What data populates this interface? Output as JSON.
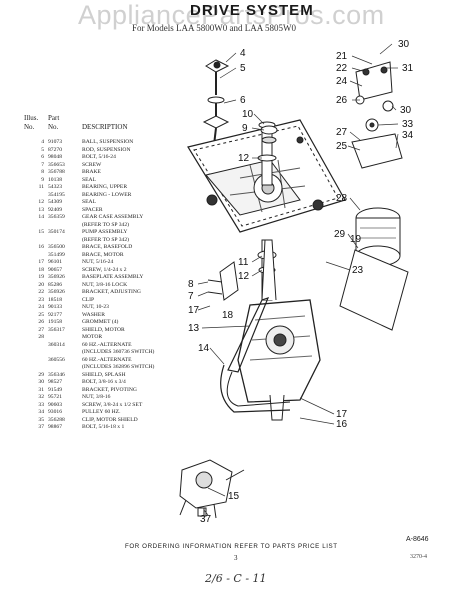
{
  "watermark": "AppliancePartsPros.com",
  "title": "DRIVE SYSTEM",
  "subtitle": "For Models LAA 5800W0 and LAA 5805W0",
  "parts_header": {
    "illus_label": "Illus.",
    "part_label": "Part",
    "no_label": "No.",
    "part_no_label": "No.",
    "description_label": "DESCRIPTION"
  },
  "parts": [
    {
      "n": "4",
      "p": "91073",
      "d": "BALL, SUSPENSION"
    },
    {
      "n": "5",
      "p": "87270",
      "d": "ROD, SUSPENSION"
    },
    {
      "n": "6",
      "p": "98048",
      "d": "BOLT, 5/16-24"
    },
    {
      "n": "7",
      "p": "356653",
      "d": "SCREW"
    },
    {
      "n": "8",
      "p": "356788",
      "d": "BRAKE"
    },
    {
      "n": "9",
      "p": "10138",
      "d": "SEAL"
    },
    {
      "n": "11",
      "p": "54323",
      "d": "BEARING, UPPER"
    },
    {
      "n": "",
      "p": "354195",
      "d": "BEARING - LOWER"
    },
    {
      "n": "12",
      "p": "54309",
      "d": "SEAL"
    },
    {
      "n": "13",
      "p": "92409",
      "d": "SPACER"
    },
    {
      "n": "14",
      "p": "356359",
      "d": "GEAR CASE ASSEMBLY"
    },
    {
      "n": "",
      "p": "",
      "d": "(REFER TO SP 342)"
    },
    {
      "n": "15",
      "p": "350174",
      "d": "PUMP ASSEMBLY"
    },
    {
      "n": "",
      "p": "",
      "d": "(REFER TO SP 342)"
    },
    {
      "n": "16",
      "p": "356500",
      "d": "BRACE, BASEFOLD"
    },
    {
      "n": "",
      "p": "351499",
      "d": "BRACE, MOTOR"
    },
    {
      "n": "17",
      "p": "96101",
      "d": "NUT, 5/16-24"
    },
    {
      "n": "18",
      "p": "90657",
      "d": "SCREW, 1/4-24 x 2"
    },
    {
      "n": "19",
      "p": "356926",
      "d": "BASEPLATE ASSEMBLY"
    },
    {
      "n": "20",
      "p": "85286",
      "d": "NUT, 3/8-16 LOCK"
    },
    {
      "n": "22",
      "p": "356926",
      "d": "BRACKET, ADJUSTING"
    },
    {
      "n": "23",
      "p": "18518",
      "d": "CLIP"
    },
    {
      "n": "24",
      "p": "90133",
      "d": "NUT, 10-23"
    },
    {
      "n": "25",
      "p": "92177",
      "d": "WASHER"
    },
    {
      "n": "26",
      "p": "19158",
      "d": "GROMMET (4)"
    },
    {
      "n": "27",
      "p": "356317",
      "d": "SHIELD, MOTOR"
    },
    {
      "n": "28",
      "p": "",
      "d": "MOTOR"
    },
    {
      "n": "",
      "p": "360314",
      "d": "60 HZ.-ALTERNATE"
    },
    {
      "n": "",
      "p": "",
      "d": "(INCLUDES 360736 SWITCH)"
    },
    {
      "n": "",
      "p": "360556",
      "d": "60 HZ.-ALTERNATE"
    },
    {
      "n": "",
      "p": "",
      "d": "(INCLUDES 362896 SWITCH)"
    },
    {
      "n": "29",
      "p": "356346",
      "d": "SHIELD, SPLASH"
    },
    {
      "n": "30",
      "p": "98527",
      "d": "BOLT, 3/8-16 x 3/4"
    },
    {
      "n": "31",
      "p": "91549",
      "d": "BRACKET, PIVOTING"
    },
    {
      "n": "32",
      "p": "95721",
      "d": "NUT, 3/8-16"
    },
    {
      "n": "33",
      "p": "90603",
      "d": "SCREW, 3/8-24 x 1/2 SET"
    },
    {
      "n": "34",
      "p": "93016",
      "d": "PULLEY 60 HZ."
    },
    {
      "n": "35",
      "p": "356288",
      "d": "CLIP, MOTOR SHIELD"
    },
    {
      "n": "37",
      "p": "98867",
      "d": "BOLT, 5/16-18 x 1"
    }
  ],
  "callouts": [
    "30",
    "21",
    "22",
    "4",
    "24",
    "5",
    "31",
    "26",
    "6",
    "10",
    "30",
    "9",
    "33",
    "27",
    "34",
    "12",
    "25",
    "28",
    "29",
    "11",
    "12",
    "23",
    "8",
    "7",
    "19",
    "18",
    "17",
    "13",
    "14",
    "17",
    "16",
    "15",
    "37"
  ],
  "ref_code": "A-8646",
  "footer": "FOR ORDERING INFORMATION REFER TO PARTS PRICE LIST",
  "page_number": "3",
  "code": "3270-4",
  "handwriting": "2/6 - C - 11"
}
